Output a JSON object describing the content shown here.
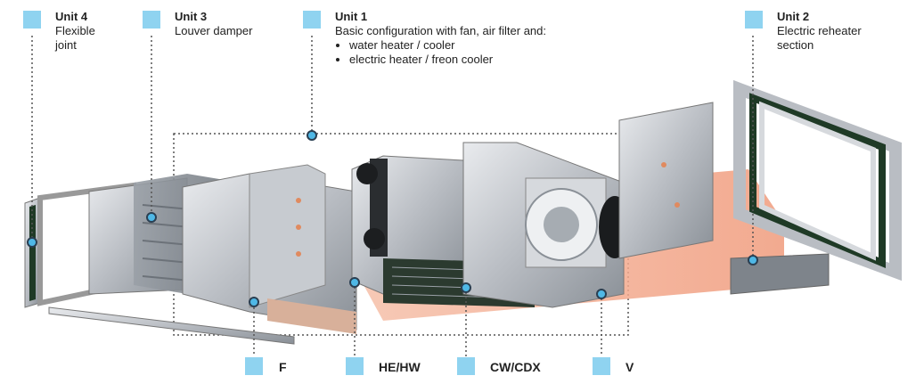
{
  "units": {
    "unit4": {
      "title": "Unit 4",
      "lines": [
        "Flexible",
        "joint"
      ]
    },
    "unit3": {
      "title": "Unit 3",
      "lines": [
        "Louver damper"
      ]
    },
    "unit1": {
      "title": "Unit 1",
      "lines": [
        "Basic configuration with fan, air filter and:"
      ],
      "bullets": [
        "water heater / cooler",
        "electric heater / freon cooler"
      ]
    },
    "unit2": {
      "title": "Unit 2",
      "lines": [
        "Electric reheater",
        "section"
      ]
    }
  },
  "components": [
    {
      "label": "F"
    },
    {
      "label": "HE/HW"
    },
    {
      "label": "CW/CDX"
    },
    {
      "label": "V"
    }
  ],
  "colors": {
    "marker": "#8fd3f0",
    "callout_dot": "#4fb8e6",
    "pipe": "#f4b49a"
  }
}
